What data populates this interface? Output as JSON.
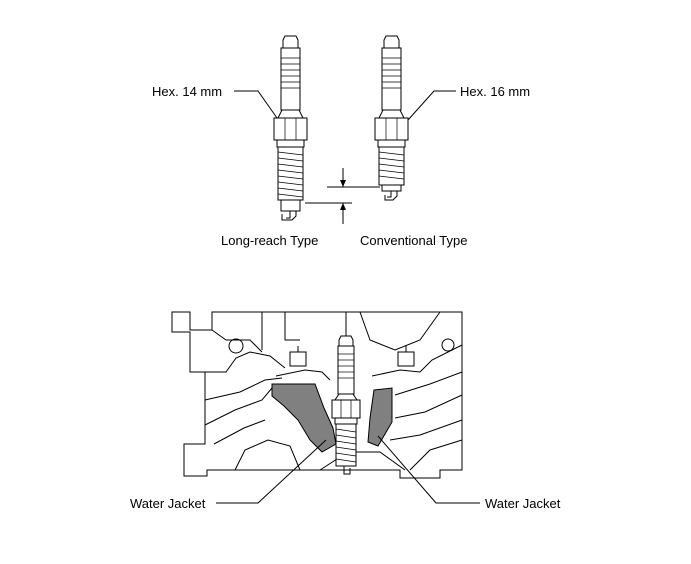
{
  "labels": {
    "hex_left": "Hex. 14 mm",
    "hex_right": "Hex. 16 mm",
    "type_left": "Long-reach Type",
    "type_right": "Conventional Type",
    "water_jacket_left": "Water Jacket",
    "water_jacket_right": "Water Jacket"
  },
  "colors": {
    "line": "#000000",
    "water_jacket_fill": "#808080",
    "background": "#ffffff"
  }
}
